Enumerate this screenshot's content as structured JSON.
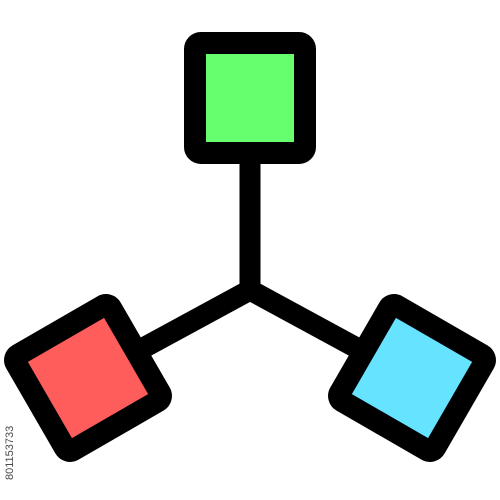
{
  "diagram": {
    "stroke_color": "#000000",
    "background_color": "#ffffff",
    "hub": {
      "name": "hub-junction"
    },
    "nodes": [
      {
        "id": "top",
        "name": "top-node",
        "fill": "#66ff6e"
      },
      {
        "id": "left",
        "name": "left-node",
        "fill": "#ff5c5c"
      },
      {
        "id": "right",
        "name": "right-node",
        "fill": "#66e3ff"
      }
    ],
    "links": [
      {
        "from": "hub",
        "to": "top",
        "name": "connector-top"
      },
      {
        "from": "hub",
        "to": "left",
        "name": "connector-left"
      },
      {
        "from": "hub",
        "to": "right",
        "name": "connector-right"
      }
    ]
  },
  "watermark": {
    "stock_id": "801153733"
  }
}
